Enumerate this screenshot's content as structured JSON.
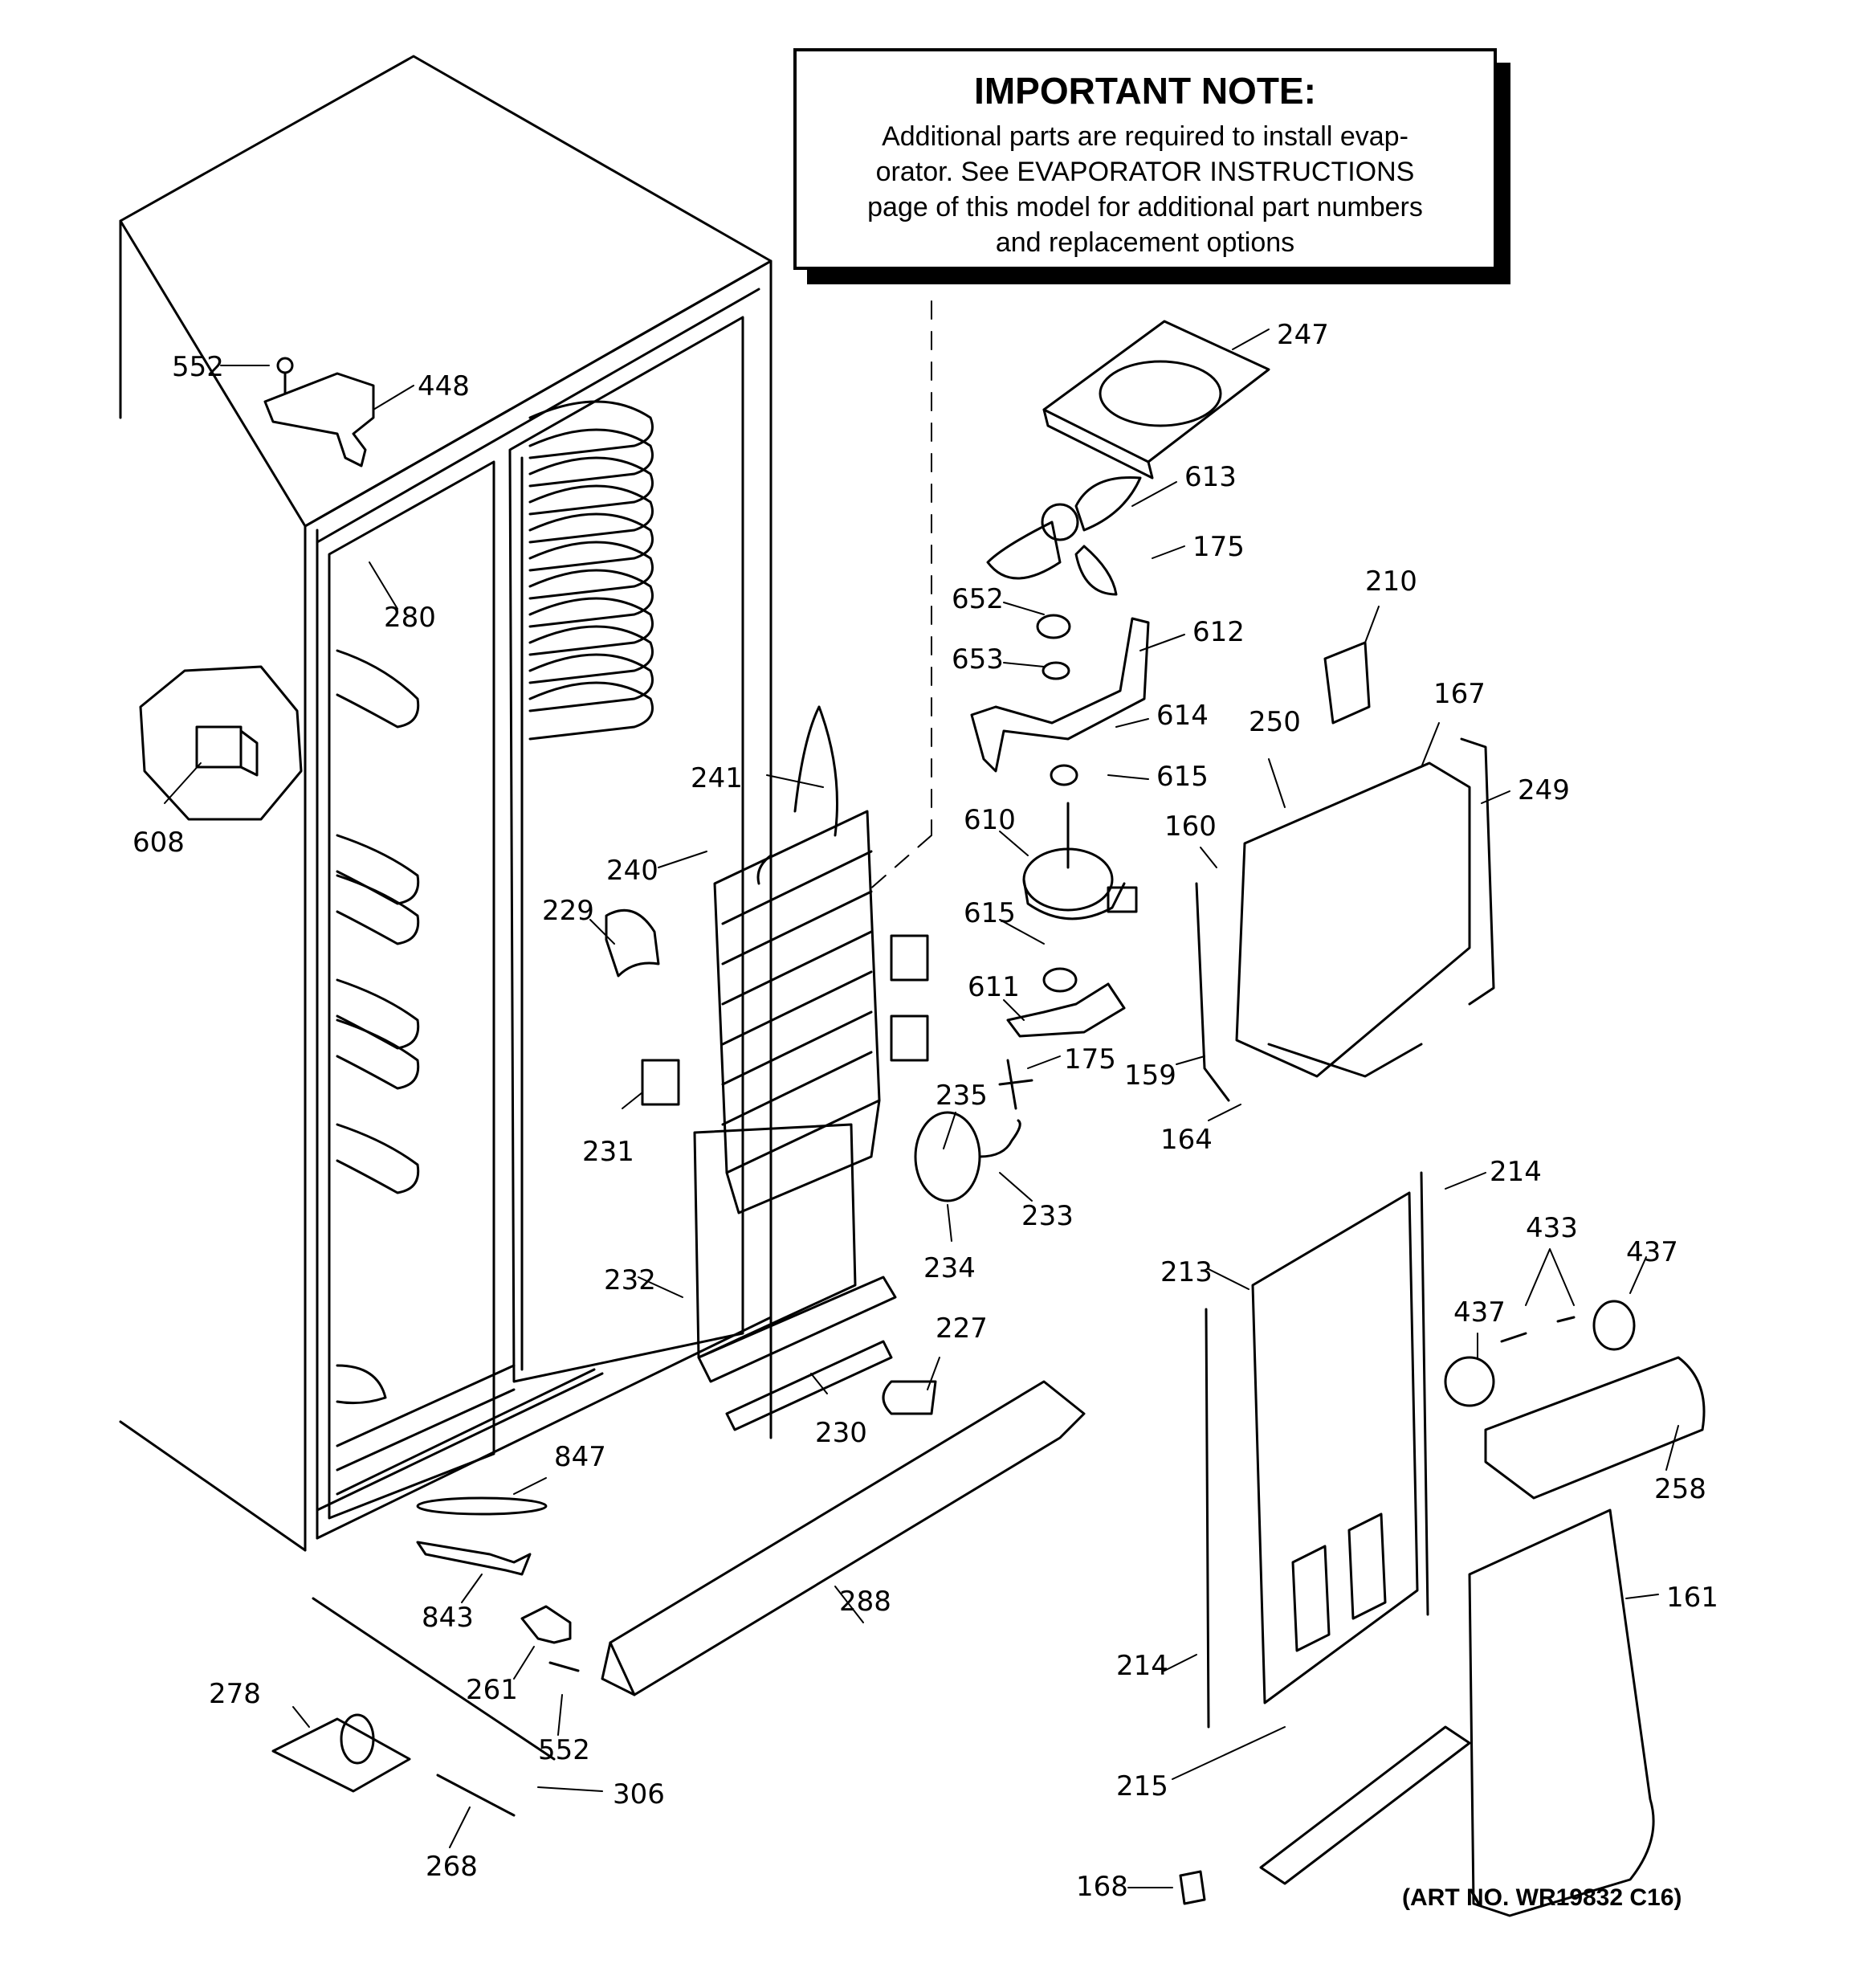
{
  "note": {
    "title": "IMPORTANT NOTE:",
    "line1": "Additional parts are required to install evap-",
    "line2": "orator.  See EVAPORATOR INSTRUCTIONS",
    "line3": "page of this model for additional part numbers",
    "line4": "and replacement options"
  },
  "art_number": "(ART NO. WR19832 C16)",
  "callouts": {
    "c552a": "552",
    "c448": "448",
    "c280": "280",
    "c608": "608",
    "c247": "247",
    "c613": "613",
    "c175a": "175",
    "c652": "652",
    "c612": "612",
    "c653": "653",
    "c614": "614",
    "c615a": "615",
    "c610": "610",
    "c615b": "615",
    "c611": "611",
    "c175b": "175",
    "c241": "241",
    "c240": "240",
    "c229": "229",
    "c231": "231",
    "c232": "232",
    "c235": "235",
    "c233": "233",
    "c234": "234",
    "c230": "230",
    "c227": "227",
    "c210": "210",
    "c250": "250",
    "c167": "167",
    "c249": "249",
    "c160": "160",
    "c159": "159",
    "c164": "164",
    "c214a": "214",
    "c213": "213",
    "c433": "433",
    "c437a": "437",
    "c437b": "437",
    "c258": "258",
    "c161": "161",
    "c214b": "214",
    "c215": "215",
    "c168": "168",
    "c847": "847",
    "c843": "843",
    "c288": "288",
    "c261": "261",
    "c552b": "552",
    "c278": "278",
    "c306": "306",
    "c268": "268"
  }
}
